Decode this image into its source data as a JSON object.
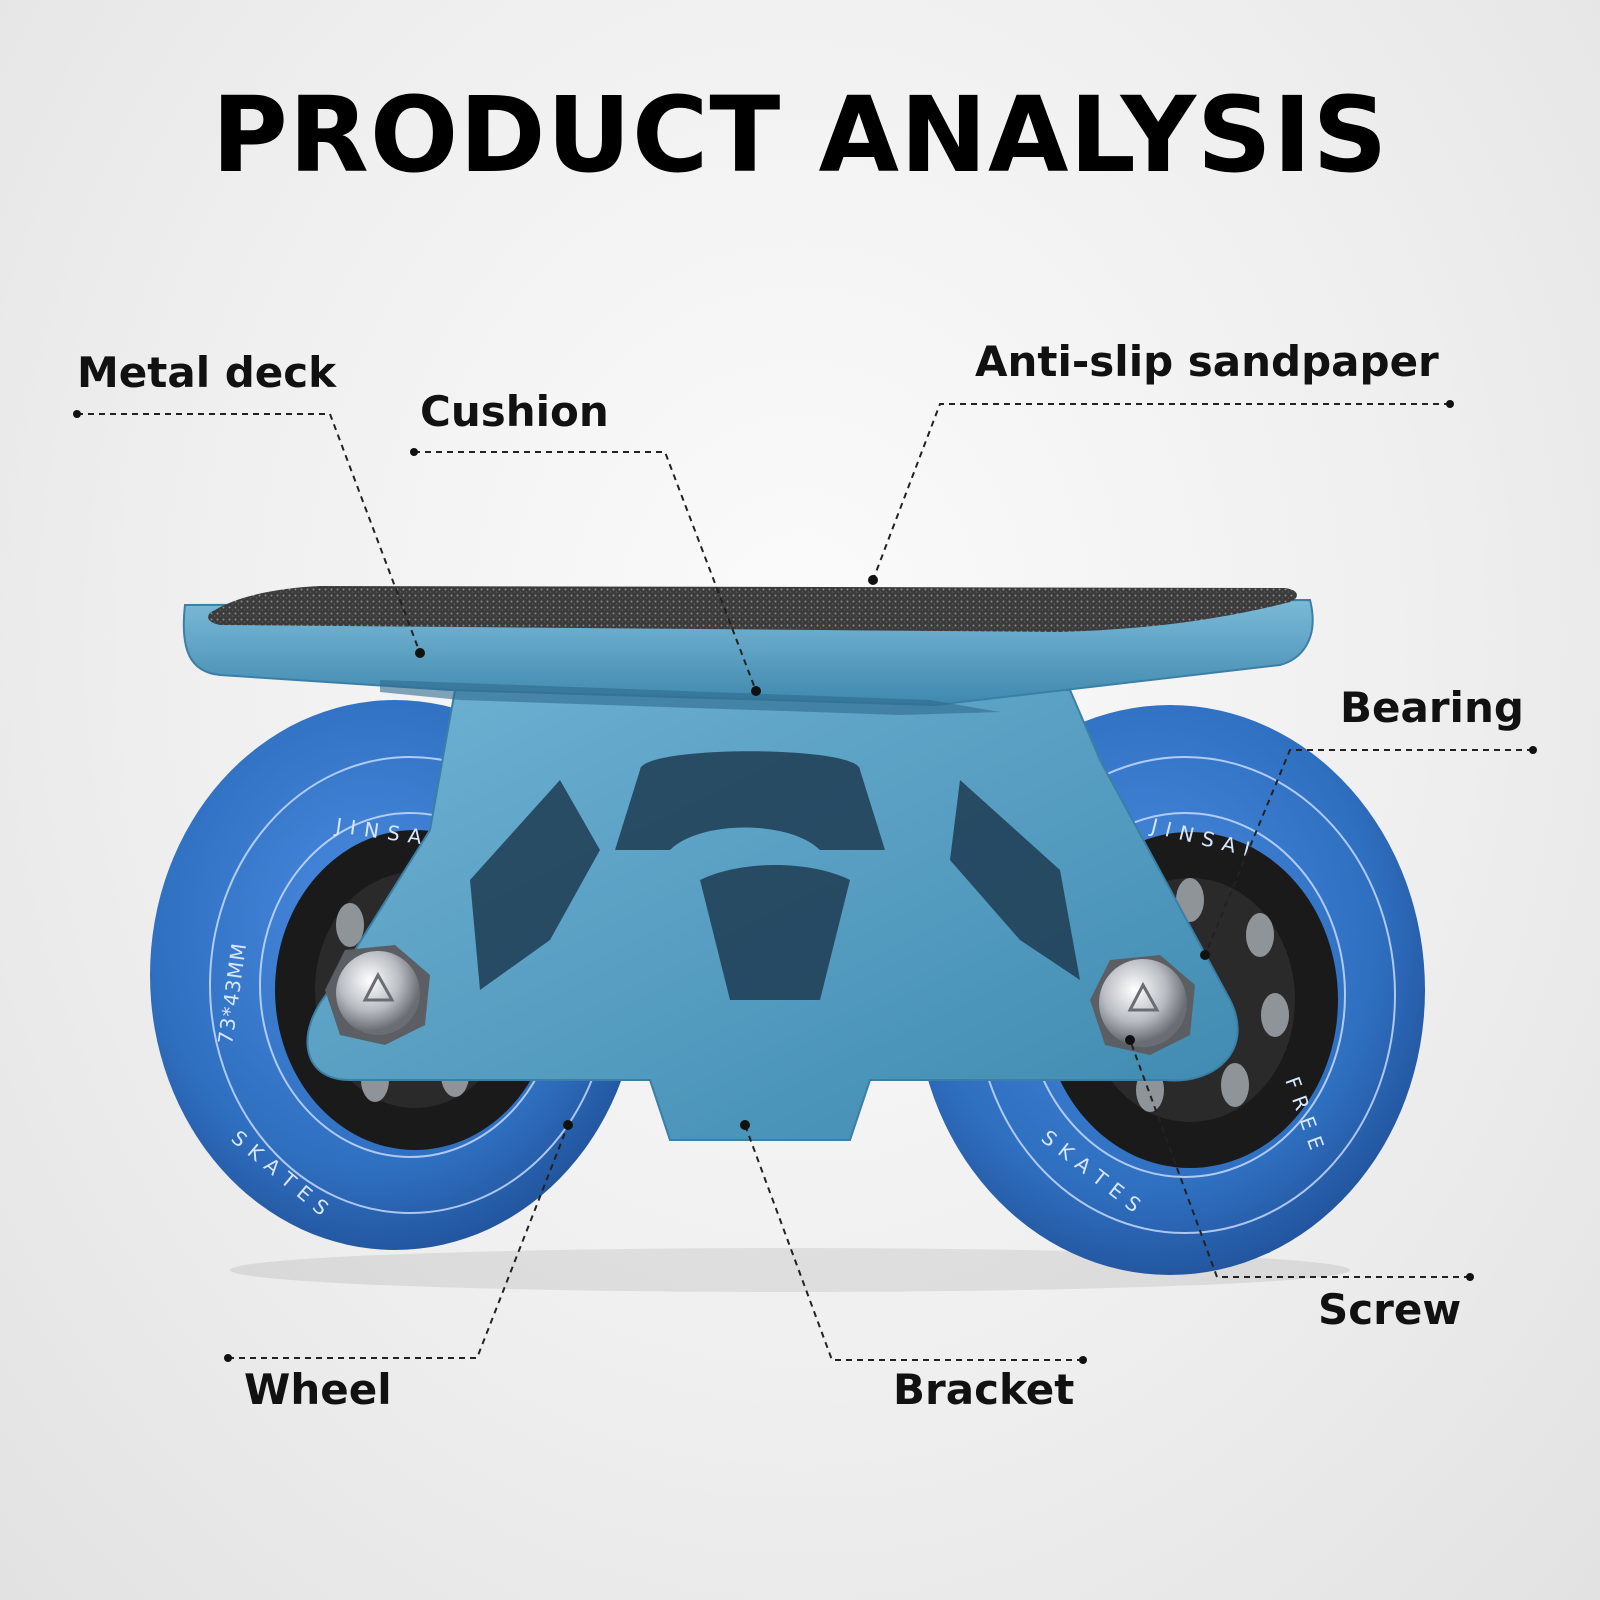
{
  "title": "PRODUCT ANALYSIS",
  "labels": {
    "metal_deck": "Metal deck",
    "cushion": "Cushion",
    "anti_slip": "Anti-slip sandpaper",
    "bearing": "Bearing",
    "screw": "Screw",
    "wheel": "Wheel",
    "bracket": "Bracket"
  },
  "wheel_print": {
    "brand": "J I N S A I",
    "free": "F R E E",
    "skates": "S K A T E S",
    "size": "73*43MM"
  },
  "colors": {
    "deck": "#5aa3c6",
    "bracket": "#4f9ec4",
    "wheel": "#2f6fc0",
    "grip": "#3a3a3a",
    "text": "#111111"
  }
}
